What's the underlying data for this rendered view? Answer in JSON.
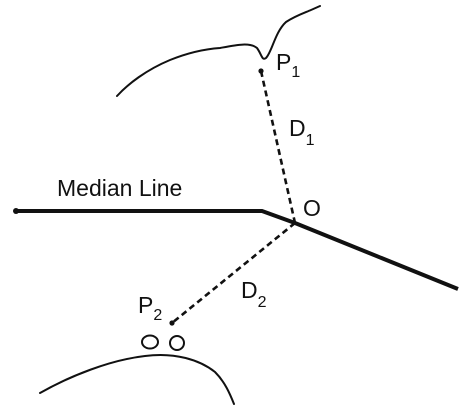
{
  "labels": {
    "median_line": "Median Line",
    "point_o": "O",
    "p1_base": "P",
    "p1_sub": "1",
    "p2_base": "P",
    "p2_sub": "2",
    "d1_base": "D",
    "d1_sub": "1",
    "d2_base": "D",
    "d2_sub": "2"
  },
  "colors": {
    "ink": "#111111",
    "background": "#ffffff"
  }
}
